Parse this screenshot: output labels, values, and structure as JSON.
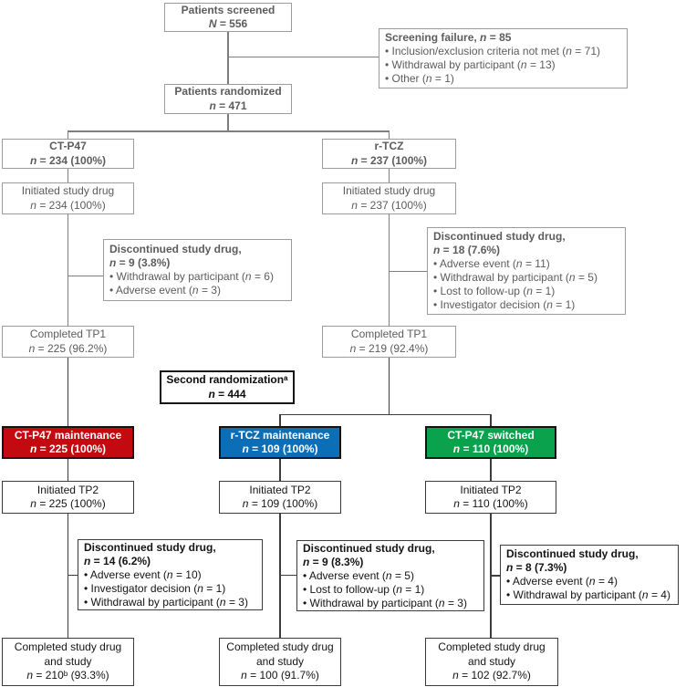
{
  "colors": {
    "ctp47_maintenance": "#c20a10",
    "rtcz_maintenance": "#0d6eb8",
    "ctp47_switched": "#0ba24d",
    "gray_border": "#9c9c9c",
    "dark_border": "#3c3c3c"
  },
  "nodes": {
    "screened": {
      "lines": [
        "Patients screened",
        "N = 556"
      ]
    },
    "screening_failure": {
      "title": "Screening failure, n = 85",
      "bullets": [
        "• Inclusion/exclusion criteria not met (n = 71)",
        "• Withdrawal by participant (n = 13)",
        "• Other (n = 1)"
      ]
    },
    "randomized": {
      "lines": [
        "Patients randomized",
        "n = 471"
      ]
    },
    "ctp47": {
      "lines": [
        "CT-P47",
        "n = 234 (100%)"
      ]
    },
    "rtcz": {
      "lines": [
        "r-TCZ",
        "n = 237 (100%)"
      ]
    },
    "init_drug_left": {
      "lines": [
        "Initiated study drug",
        "n = 234 (100%)"
      ]
    },
    "init_drug_right": {
      "lines": [
        "Initiated study drug",
        "n = 237 (100%)"
      ]
    },
    "disc_tp1_left": {
      "title_lines": [
        "Discontinued study drug,",
        "n = 9 (3.8%)"
      ],
      "bullets": [
        "• Withdrawal by participant (n = 6)",
        "• Adverse event (n = 3)"
      ]
    },
    "disc_tp1_right": {
      "title_lines": [
        "Discontinued study drug,",
        "n = 18 (7.6%)"
      ],
      "bullets": [
        "• Adverse event (n = 11)",
        "• Withdrawal by participant (n = 5)",
        "• Lost to follow-up (n = 1)",
        "• Investigator decision (n = 1)"
      ]
    },
    "comp_tp1_left": {
      "lines": [
        "Completed TP1",
        "n = 225 (96.2%)"
      ]
    },
    "comp_tp1_right": {
      "lines": [
        "Completed TP1",
        "n = 219 (92.4%)"
      ]
    },
    "second_randomization": {
      "lines": [
        "Second randomizationᵃ",
        "n = 444"
      ]
    },
    "maint_ctp47": {
      "lines": [
        "CT-P47 maintenance",
        "n = 225 (100%)"
      ]
    },
    "maint_rtcz": {
      "lines": [
        "r-TCZ maintenance",
        "n = 109 (100%)"
      ]
    },
    "switched_ctp47": {
      "lines": [
        "CT-P47 switched",
        "n = 110 (100%)"
      ]
    },
    "init_tp2_a": {
      "lines": [
        "Initiated TP2",
        "n = 225 (100%)"
      ]
    },
    "init_tp2_b": {
      "lines": [
        "Initiated TP2",
        "n = 109 (100%)"
      ]
    },
    "init_tp2_c": {
      "lines": [
        "Initiated TP2",
        "n = 110 (100%)"
      ]
    },
    "disc_tp2_a": {
      "title_lines": [
        "Discontinued study drug,",
        "n = 14 (6.2%)"
      ],
      "bullets": [
        "• Adverse event (n = 10)",
        "• Investigator decision (n = 1)",
        "• Withdrawal by participant (n = 3)"
      ]
    },
    "disc_tp2_b": {
      "title_lines": [
        "Discontinued study drug,",
        "n = 9 (8.3%)"
      ],
      "bullets": [
        "• Adverse event (n = 5)",
        "• Lost to follow-up (n = 1)",
        "• Withdrawal by participant (n = 3)"
      ]
    },
    "disc_tp2_c": {
      "title_lines": [
        "Discontinued study drug,",
        "n = 8 (7.3%)"
      ],
      "bullets": [
        "• Adverse event (n = 4)",
        "• Withdrawal by participant (n = 4)"
      ]
    },
    "comp_a": {
      "lines": [
        "Completed study drug",
        "and study",
        "n = 210ᵇ (93.3%)"
      ]
    },
    "comp_b": {
      "lines": [
        "Completed study drug",
        "and study",
        "n = 100 (91.7%)"
      ]
    },
    "comp_c": {
      "lines": [
        "Completed study drug",
        "and study",
        "n = 102 (92.7%)"
      ]
    }
  }
}
